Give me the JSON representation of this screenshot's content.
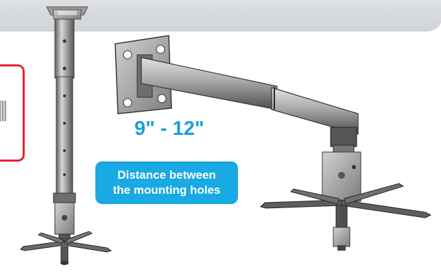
{
  "dimension": {
    "text": "9\" - 12\""
  },
  "info_badge": {
    "line1": "Distance between",
    "line2": "the mounting holes"
  },
  "colors": {
    "accent_blue": "#19a9e3",
    "text_blue": "#16a0d8",
    "callout_red": "#e3232a",
    "banner_gray": "#d6d9dc",
    "metal": "#8e8e8e"
  },
  "icons": [
    "ceiling-projector-mount-image",
    "wall-projector-mount-image"
  ]
}
